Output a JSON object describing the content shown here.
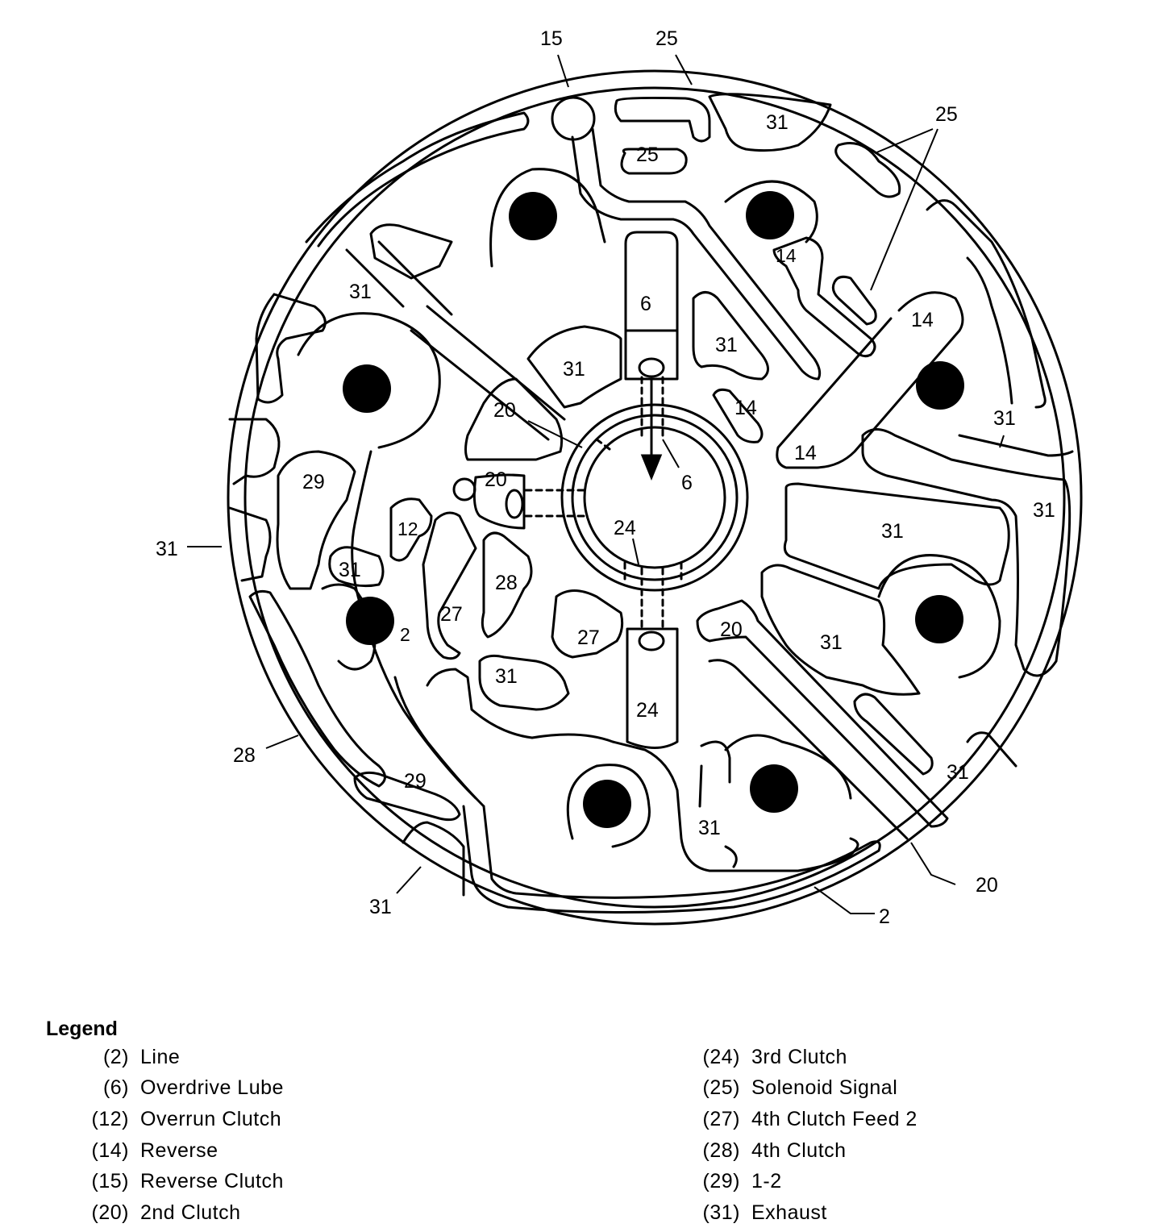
{
  "diagram": {
    "channel_labels": [
      {
        "text": "15"
      },
      {
        "text": "25"
      },
      {
        "text": "25"
      },
      {
        "text": "31"
      },
      {
        "text": "25"
      },
      {
        "text": "31"
      },
      {
        "text": "14"
      },
      {
        "text": "6"
      },
      {
        "text": "31"
      },
      {
        "text": "31"
      },
      {
        "text": "14"
      },
      {
        "text": "14"
      },
      {
        "text": "20"
      },
      {
        "text": "6"
      },
      {
        "text": "14"
      },
      {
        "text": "31"
      },
      {
        "text": "20"
      },
      {
        "text": "29"
      },
      {
        "text": "12"
      },
      {
        "text": "31"
      },
      {
        "text": "31"
      },
      {
        "text": "24"
      },
      {
        "text": "28"
      },
      {
        "text": "27"
      },
      {
        "text": "2"
      },
      {
        "text": "27"
      },
      {
        "text": "31"
      },
      {
        "text": "24"
      },
      {
        "text": "31"
      },
      {
        "text": "20"
      },
      {
        "text": "31"
      },
      {
        "text": "31"
      },
      {
        "text": "28"
      },
      {
        "text": "29"
      },
      {
        "text": "31"
      },
      {
        "text": "31"
      },
      {
        "text": "20"
      },
      {
        "text": "2"
      },
      {
        "text": "31"
      }
    ]
  },
  "legend": {
    "title": "Legend",
    "left": [
      {
        "code": "(2)",
        "label": "Line"
      },
      {
        "code": "(6)",
        "label": "Overdrive Lube"
      },
      {
        "code": "(12)",
        "label": "Overrun Clutch"
      },
      {
        "code": "(14)",
        "label": "Reverse"
      },
      {
        "code": "(15)",
        "label": "Reverse Clutch"
      },
      {
        "code": "(20)",
        "label": "2nd Clutch"
      }
    ],
    "right": [
      {
        "code": "(24)",
        "label": "3rd Clutch"
      },
      {
        "code": "(25)",
        "label": "Solenoid Signal"
      },
      {
        "code": "(27)",
        "label": "4th Clutch Feed 2"
      },
      {
        "code": "(28)",
        "label": "4th Clutch"
      },
      {
        "code": "(29)",
        "label": "1-2"
      },
      {
        "code": "(31)",
        "label": "Exhaust"
      }
    ]
  }
}
